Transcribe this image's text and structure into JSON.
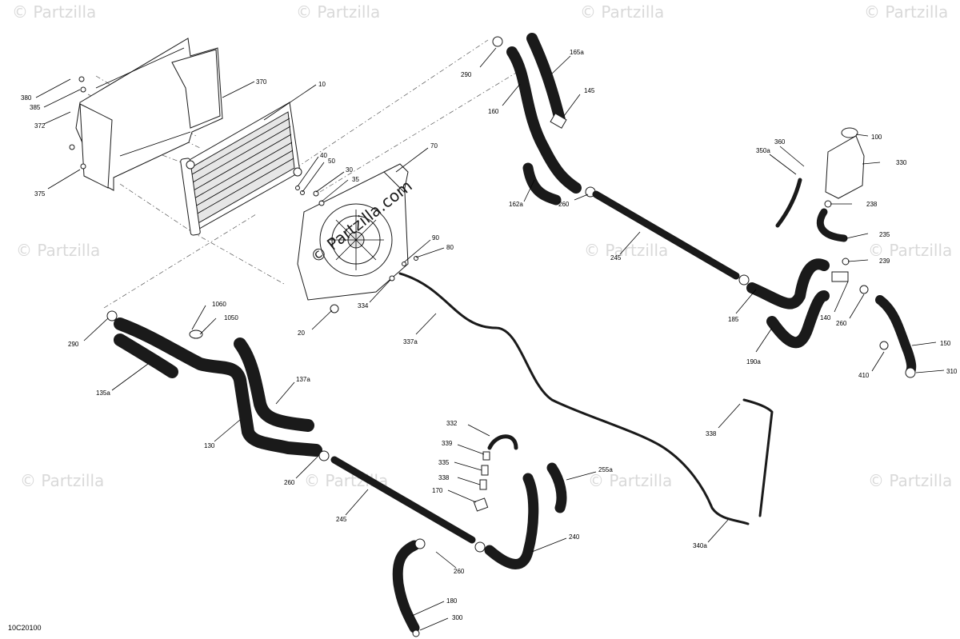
{
  "figure_id": "10C20100",
  "watermark": {
    "text": "© Partzilla",
    "center_text": "© Partzilla.com"
  },
  "callouts": [
    {
      "key": "c380",
      "label": "380"
    },
    {
      "key": "c385",
      "label": "385"
    },
    {
      "key": "c372",
      "label": "372"
    },
    {
      "key": "c375",
      "label": "375"
    },
    {
      "key": "c370",
      "label": "370"
    },
    {
      "key": "c10",
      "label": "10"
    },
    {
      "key": "c40",
      "label": "40"
    },
    {
      "key": "c50",
      "label": "50"
    },
    {
      "key": "c30",
      "label": "30"
    },
    {
      "key": "c35",
      "label": "35"
    },
    {
      "key": "c70",
      "label": "70"
    },
    {
      "key": "c90",
      "label": "90"
    },
    {
      "key": "c80",
      "label": "80"
    },
    {
      "key": "c334",
      "label": "334"
    },
    {
      "key": "c20",
      "label": "20"
    },
    {
      "key": "c337a",
      "label": "337a"
    },
    {
      "key": "c290a",
      "label": "290"
    },
    {
      "key": "c160",
      "label": "160"
    },
    {
      "key": "c165a",
      "label": "165a"
    },
    {
      "key": "c145",
      "label": "145"
    },
    {
      "key": "c162a",
      "label": "162a"
    },
    {
      "key": "c260a",
      "label": "260"
    },
    {
      "key": "c245a",
      "label": "245"
    },
    {
      "key": "c100",
      "label": "100"
    },
    {
      "key": "c360",
      "label": "360"
    },
    {
      "key": "c350a",
      "label": "350a"
    },
    {
      "key": "c330",
      "label": "330"
    },
    {
      "key": "c238",
      "label": "238"
    },
    {
      "key": "c235",
      "label": "235"
    },
    {
      "key": "c239",
      "label": "239"
    },
    {
      "key": "c185",
      "label": "185"
    },
    {
      "key": "c140",
      "label": "140"
    },
    {
      "key": "c260b",
      "label": "260"
    },
    {
      "key": "c190a",
      "label": "190a"
    },
    {
      "key": "c150",
      "label": "150"
    },
    {
      "key": "c410",
      "label": "410"
    },
    {
      "key": "c310",
      "label": "310"
    },
    {
      "key": "c1060",
      "label": "1060"
    },
    {
      "key": "c1050",
      "label": "1050"
    },
    {
      "key": "c290b",
      "label": "290"
    },
    {
      "key": "c135a",
      "label": "135a"
    },
    {
      "key": "c137a",
      "label": "137a"
    },
    {
      "key": "c130",
      "label": "130"
    },
    {
      "key": "c260c",
      "label": "260"
    },
    {
      "key": "c245b",
      "label": "245"
    },
    {
      "key": "c332",
      "label": "332"
    },
    {
      "key": "c339",
      "label": "339"
    },
    {
      "key": "c335",
      "label": "335"
    },
    {
      "key": "c338a",
      "label": "338"
    },
    {
      "key": "c170",
      "label": "170"
    },
    {
      "key": "c255a",
      "label": "255a"
    },
    {
      "key": "c240",
      "label": "240"
    },
    {
      "key": "c260d",
      "label": "260"
    },
    {
      "key": "c180",
      "label": "180"
    },
    {
      "key": "c300",
      "label": "300"
    },
    {
      "key": "c338b",
      "label": "338"
    },
    {
      "key": "c340a",
      "label": "340a"
    }
  ]
}
